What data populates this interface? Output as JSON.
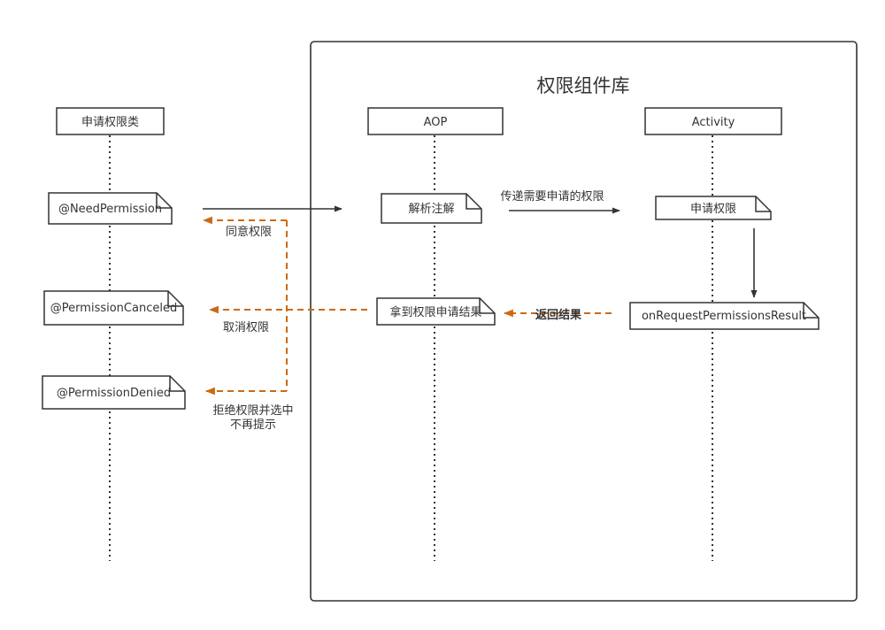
{
  "container": {
    "title": "权限组件库"
  },
  "lifelines": {
    "requester": "申请权限类",
    "aop": "AOP",
    "activity": "Activity"
  },
  "notes": {
    "need_permission": "@NeedPermission",
    "permission_canceled": "@PermissionCanceled",
    "permission_denied": "@PermissionDenied",
    "parse_annotation": "解析注解",
    "get_result": "拿到权限申请结果",
    "request_permission": "申请权限",
    "on_request_result": "onRequestPermissionsResult"
  },
  "messages": {
    "pass_permissions": "传递需要申请的权限",
    "return_result": "返回结果",
    "agree": "同意权限",
    "cancel": "取消权限",
    "deny_line1": "拒绝权限并选中",
    "deny_line2": "不再提示"
  },
  "colors": {
    "line": "#333333",
    "dashed_arrow": "#cc6a14"
  }
}
